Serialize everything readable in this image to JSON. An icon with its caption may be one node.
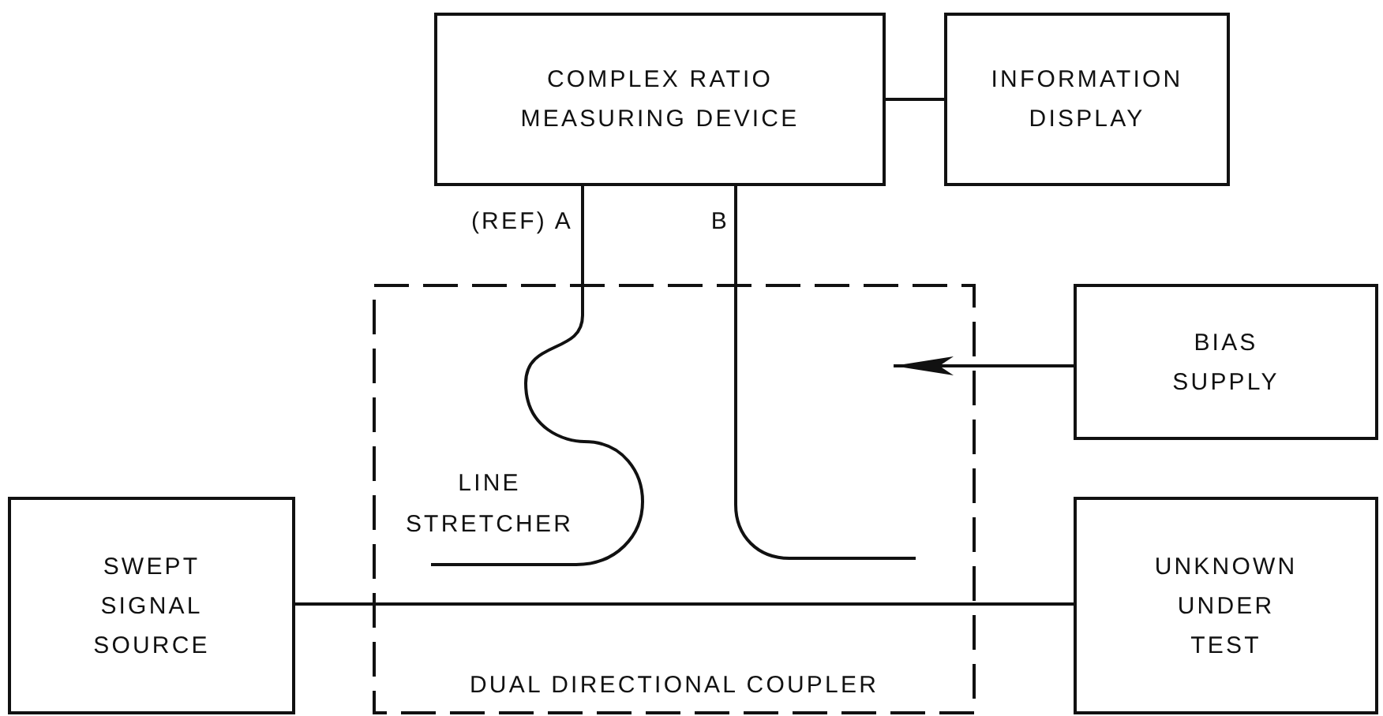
{
  "diagram": {
    "nodes": [
      {
        "text": [
          "COMPLEX RATIO MEASURING DEVICE"
        ]
      },
      {
        "text": [
          "INFORMATION DISPLAY"
        ]
      },
      {
        "text": [
          "DUAL DIRECTIONAL COUPLER"
        ]
      },
      {
        "text": [
          "BIAS SUPPLY"
        ]
      },
      {
        "text": [
          "SWEPT SIGNAL SOURCE"
        ]
      },
      {
        "text": [
          "UNKNOWN UNDER TEST"
        ]
      }
    ],
    "edges": [
      {
        "from": 0,
        "to": 1,
        "arrow": "none"
      },
      {
        "from": 0,
        "to": 2,
        "arrow": "none",
        "label": "(REF) A"
      },
      {
        "from": 0,
        "to": 2,
        "arrow": "none",
        "label": "B"
      },
      {
        "from": 3,
        "to": 2,
        "arrow": "to"
      },
      {
        "from": 4,
        "to": 2,
        "arrow": "none"
      },
      {
        "from": 2,
        "to": 5,
        "arrow": "none"
      }
    ],
    "labels": [
      "LINE STRETCHER"
    ]
  }
}
